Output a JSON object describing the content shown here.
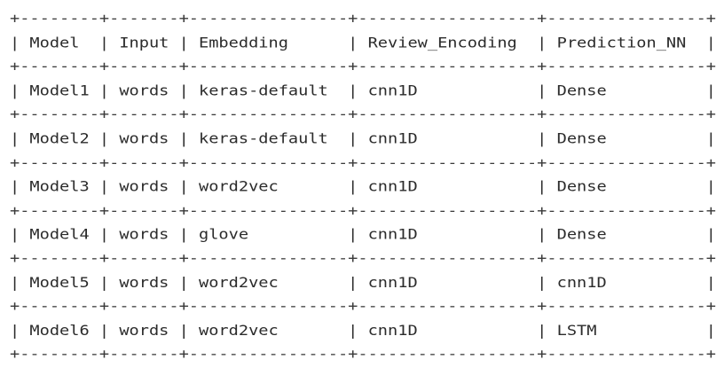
{
  "table": {
    "kind": "ascii-art-text-table",
    "border_style": {
      "vertical_glyph": "|",
      "horizontal_glyph": "-",
      "junction_glyph": "+",
      "text_color": "#2f2f2f",
      "rule_color": "#3a3a3a",
      "background_color": "#ffffff"
    },
    "columns": [
      {
        "key": "model",
        "header": "Model",
        "width": 8
      },
      {
        "key": "input",
        "header": "Input",
        "width": 7
      },
      {
        "key": "embedding",
        "header": "Embedding",
        "width": 16
      },
      {
        "key": "review_encoding",
        "header": "Review_Encoding",
        "width": 18
      },
      {
        "key": "prediction_nn",
        "header": "Prediction_NN",
        "width": 16
      }
    ],
    "rows": [
      {
        "model": "Model1",
        "input": "words",
        "embedding": "keras-default",
        "review_encoding": "cnn1D",
        "prediction_nn": "Dense"
      },
      {
        "model": "Model2",
        "input": "words",
        "embedding": "keras-default",
        "review_encoding": "cnn1D",
        "prediction_nn": "Dense"
      },
      {
        "model": "Model3",
        "input": "words",
        "embedding": "word2vec",
        "review_encoding": "cnn1D",
        "prediction_nn": "Dense"
      },
      {
        "model": "Model4",
        "input": "words",
        "embedding": "glove",
        "review_encoding": "cnn1D",
        "prediction_nn": "Dense"
      },
      {
        "model": "Model5",
        "input": "words",
        "embedding": "word2vec",
        "review_encoding": "cnn1D",
        "prediction_nn": "cnn1D"
      },
      {
        "model": "Model6",
        "input": "words",
        "embedding": "word2vec",
        "review_encoding": "cnn1D",
        "prediction_nn": "LSTM"
      }
    ]
  }
}
